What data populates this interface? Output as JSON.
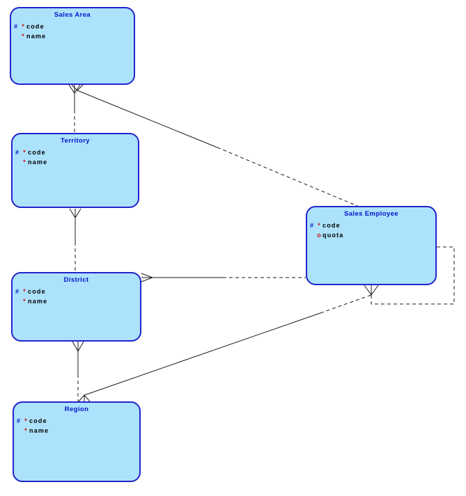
{
  "diagram": {
    "type": "entity-relationship-diagram",
    "notation": "barker-crows-foot",
    "background_color": "#FFFFFF"
  },
  "colors": {
    "entity_fill": "#ACE2FC",
    "entity_border": "#2323CE",
    "title_text": "#0011CC",
    "hash_symbol": "#0011CC",
    "optionality_symbol": "#CC1111",
    "attribute_text": "#000000",
    "connector_line": "#1A1A1A"
  },
  "entities": {
    "sales_area": {
      "title": "Sales Area",
      "attributes": [
        {
          "key": "#",
          "opt": "*",
          "name": "code"
        },
        {
          "key": "",
          "opt": "*",
          "name": "name"
        }
      ]
    },
    "territory": {
      "title": "Territory",
      "attributes": [
        {
          "key": "#",
          "opt": "*",
          "name": "code"
        },
        {
          "key": "",
          "opt": "*",
          "name": "name"
        }
      ]
    },
    "district": {
      "title": "District",
      "attributes": [
        {
          "key": "#",
          "opt": "*",
          "name": "code"
        },
        {
          "key": "",
          "opt": "*",
          "name": "name"
        }
      ]
    },
    "region": {
      "title": "Region",
      "attributes": [
        {
          "key": "#",
          "opt": "*",
          "name": "code"
        },
        {
          "key": "",
          "opt": "*",
          "name": "name"
        }
      ]
    },
    "sales_employee": {
      "title": "Sales Employee",
      "attributes": [
        {
          "key": "#",
          "opt": "*",
          "name": "code"
        },
        {
          "key": "",
          "opt": "o",
          "name": "quota"
        }
      ]
    }
  },
  "relationships": [
    {
      "between": [
        "Territory",
        "Sales Area"
      ],
      "crow_foot_end": "Sales Area",
      "line_style": "half-solid-half-dashed"
    },
    {
      "between": [
        "Sales Employee",
        "Sales Area"
      ],
      "crow_foot_end": "Sales Area",
      "line_style": "half-solid-half-dashed"
    },
    {
      "between": [
        "District",
        "Territory"
      ],
      "crow_foot_end": "Territory",
      "line_style": "half-solid-half-dashed"
    },
    {
      "between": [
        "Region",
        "District"
      ],
      "crow_foot_end": "District",
      "line_style": "half-solid-half-dashed"
    },
    {
      "between": [
        "Sales Employee",
        "District"
      ],
      "crow_foot_end": "District",
      "line_style": "half-solid-half-dashed"
    },
    {
      "between": [
        "Region",
        "Sales Employee"
      ],
      "crow_foot_end": "Sales Employee and Region",
      "line_style": "half-solid-half-dashed"
    },
    {
      "between": [
        "Sales Employee",
        "Sales Employee"
      ],
      "crow_foot_end": "Sales Employee",
      "line_style": "dashed-self-reference"
    }
  ]
}
